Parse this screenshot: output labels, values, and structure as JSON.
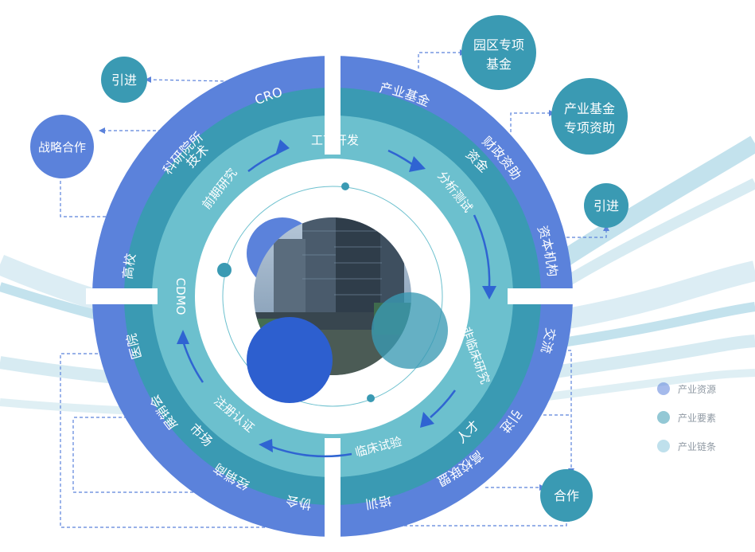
{
  "colors": {
    "outer_ring": "#5b82db",
    "middle_ring": "#3a9ab3",
    "inner_ring": "#6cc0ce",
    "center_fill": "#ffffff",
    "bubble_blue": "#5b82db",
    "bubble_teal": "#3a9ab3",
    "arrow": "#2f64d2",
    "link_line": "#5b82db",
    "ribbon": "#a9d5e6",
    "core_circle": "#2d5fcf",
    "overlay_circle": "#3a9ab3"
  },
  "icons": {
    "photo": "office-building-photo"
  },
  "outer_ring": {
    "cro": "CRO",
    "research_institute": "科研院所",
    "university": "高校",
    "industry_fund": "产业基金",
    "fiscal_funding": "财政资助",
    "capital_institution": "资本机构",
    "exchange": "交流",
    "introduce": "引进",
    "university_alliance": "高校联盟",
    "training": "培训",
    "association": "协会",
    "distributor": "经销商",
    "exhibition": "展销会",
    "hospital": "医院"
  },
  "middle_ring": {
    "technology": "技术",
    "capital": "资金",
    "talent": "人才",
    "market": "市场"
  },
  "inner_ring": {
    "process_development": "工艺开发",
    "analysis_testing": "分析测试",
    "nonclinical_research": "非临床研究",
    "clinical_trial": "临床试验",
    "registration_certification": "注册认证",
    "cdmo": "CDMO",
    "early_research": "前期研究"
  },
  "bubbles": {
    "introduce_top": "引进",
    "strategic_cooperation": "战略合作",
    "park_fund_line1": "园区专项",
    "park_fund_line2": "基金",
    "industry_fund_line1": "产业基金",
    "industry_fund_line2": "专项资助",
    "introduce_right": "引进",
    "cooperation": "合作"
  },
  "legend": [
    {
      "label": "产业资源",
      "color": "#5b82db"
    },
    {
      "label": "产业要素",
      "color": "#3a9ab3"
    },
    {
      "label": "产业链条",
      "color": "#a9d5e6"
    }
  ]
}
